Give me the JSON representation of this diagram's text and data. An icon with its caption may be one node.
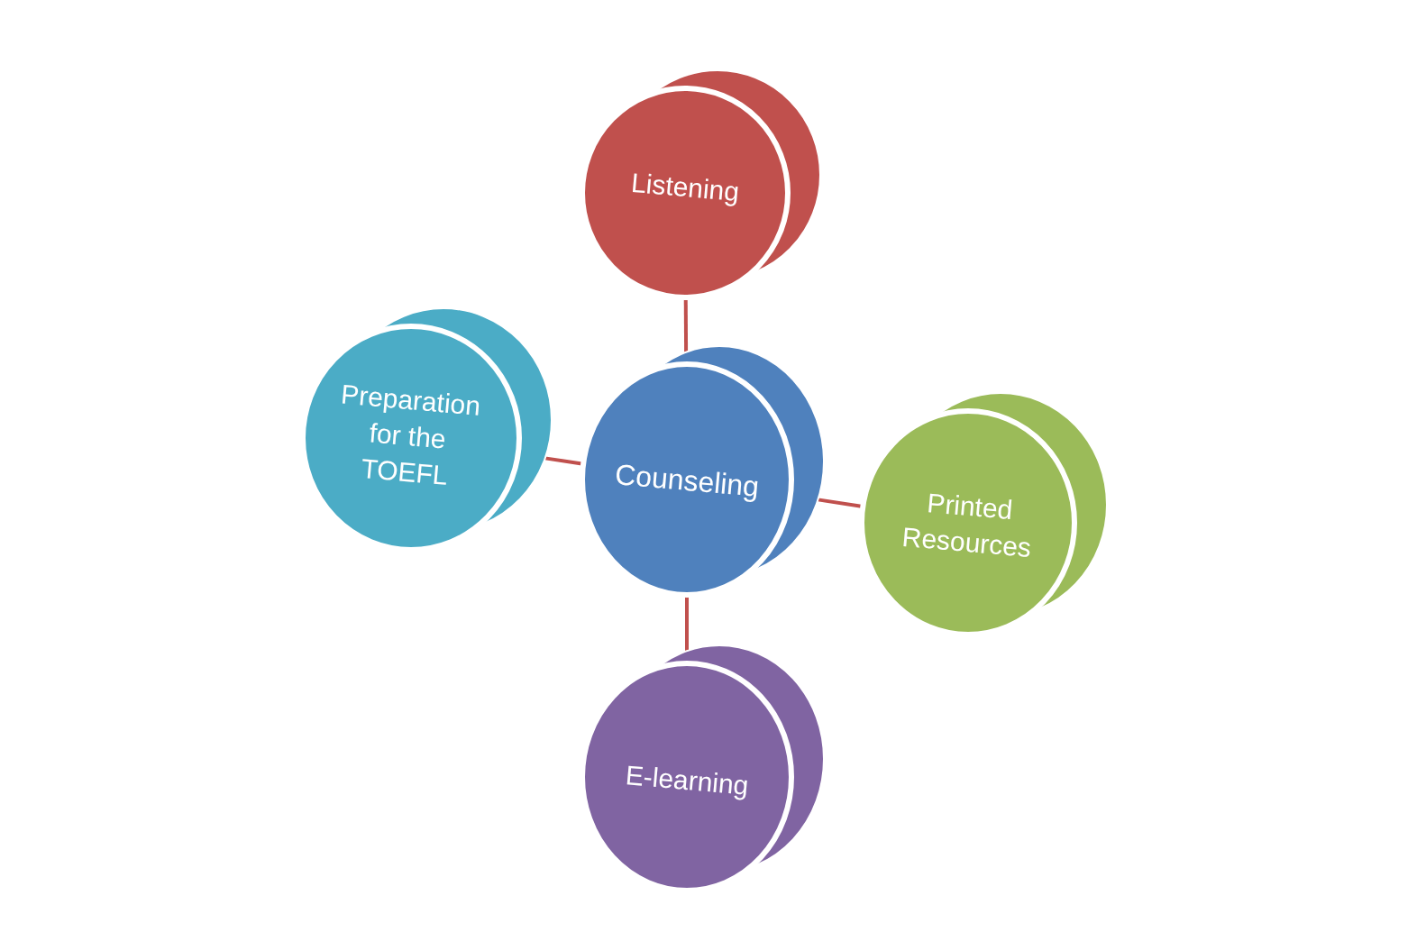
{
  "diagram": {
    "nodes": [
      {
        "text": [
          "Listening"
        ]
      },
      {
        "text": [
          "Preparation for the TOEFL"
        ]
      },
      {
        "text": [
          "Counseling"
        ]
      },
      {
        "text": [
          "Printed Resources"
        ]
      },
      {
        "text": [
          "E-learning"
        ]
      }
    ],
    "edges": [
      {
        "from": 2,
        "to": 0,
        "arrow": "none"
      },
      {
        "from": 2,
        "to": 1,
        "arrow": "none"
      },
      {
        "from": 2,
        "to": 3,
        "arrow": "none"
      },
      {
        "from": 2,
        "to": 4,
        "arrow": "none"
      }
    ]
  }
}
